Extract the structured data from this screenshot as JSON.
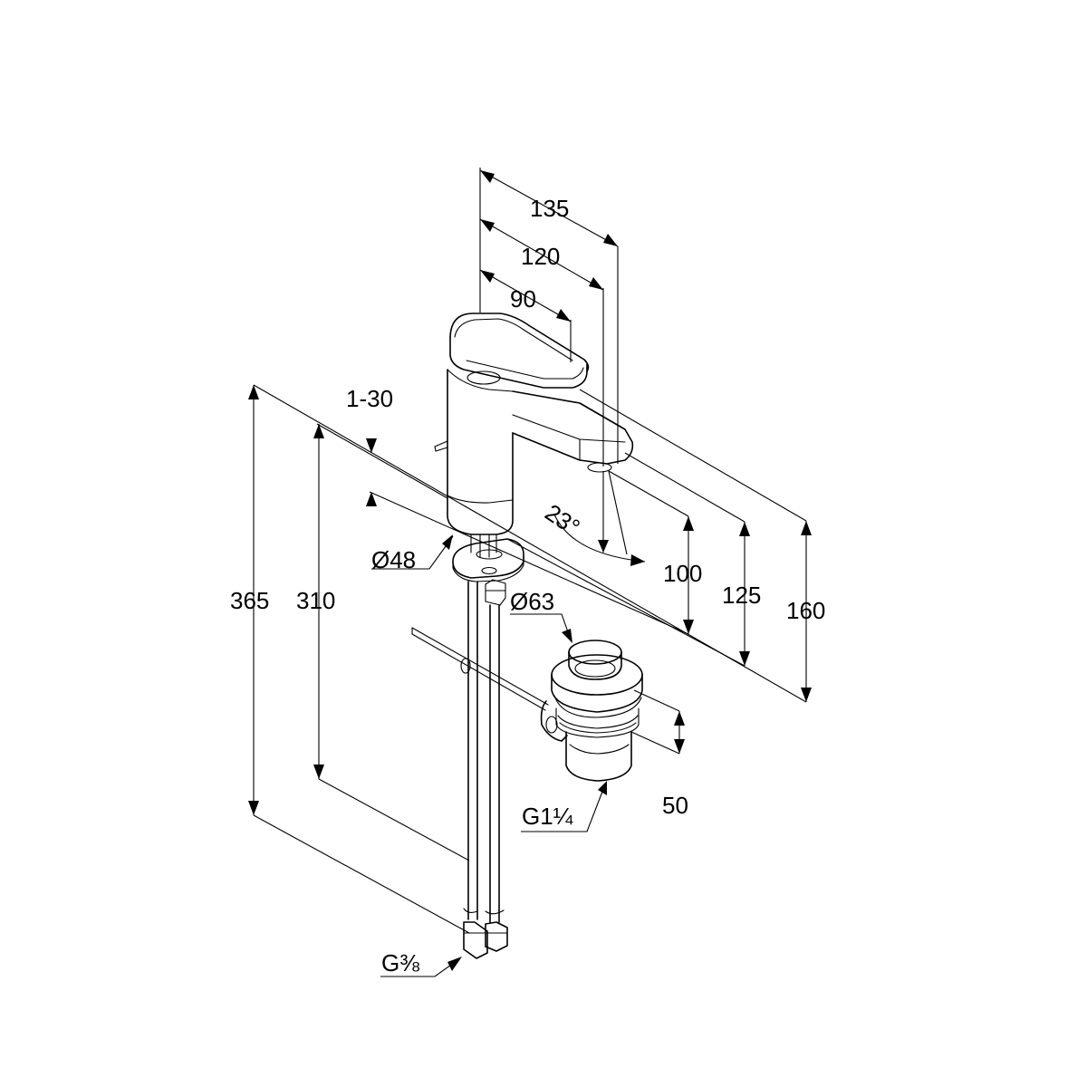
{
  "dimensions": {
    "d135": "135",
    "d120": "120",
    "d90": "90",
    "d1_30": "1-30",
    "angle": "23°",
    "d100": "100",
    "d125": "125",
    "d160": "160",
    "d365": "365",
    "d310": "310",
    "dia48": "Ø48",
    "dia63": "Ø63",
    "d50": "50",
    "thread_waste": "G1¼",
    "thread_supply": "G⅜"
  },
  "colors": {
    "line": "#000000",
    "background": "#ffffff"
  }
}
